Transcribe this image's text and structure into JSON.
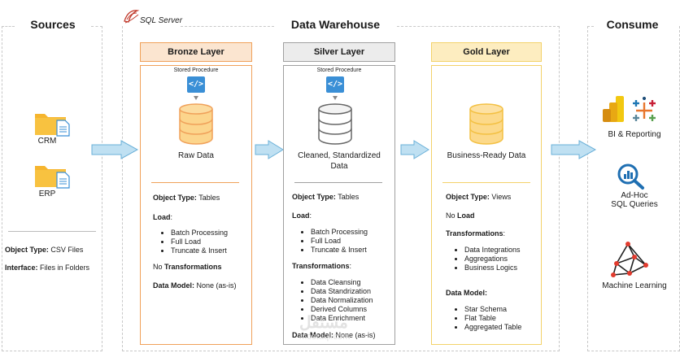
{
  "sections": {
    "sources": "Sources",
    "warehouse": "Data Warehouse",
    "consume": "Consume"
  },
  "platform": {
    "label": "SQL Server"
  },
  "sources": {
    "items": [
      {
        "label": "CRM"
      },
      {
        "label": "ERP"
      }
    ],
    "object_type_label": "Object Type:",
    "object_type_value": "CSV Files",
    "interface_label": "Interface:",
    "interface_value": "Files in Folders"
  },
  "bronze": {
    "title": "Bronze Layer",
    "stored_procedure": "Stored Procedure",
    "data_label": "Raw Data",
    "object_type_label": "Object Type:",
    "object_type_value": "Tables",
    "load_label": "Load",
    "load_items": [
      "Batch Processing",
      "Full Load",
      "Truncate & Insert"
    ],
    "transformations_prefix": "No",
    "transformations_label": "Transformations",
    "data_model_label": "Data Model:",
    "data_model_value": "None (as-is)",
    "colors": {
      "header_bg": "#fbe5d0",
      "border": "#f0a15a",
      "db": "#f7b94f"
    }
  },
  "silver": {
    "title": "Silver Layer",
    "stored_procedure": "Stored Procedure",
    "data_label_line1": "Cleaned, Standardized",
    "data_label_line2": "Data",
    "object_type_label": "Object Type:",
    "object_type_value": "Tables",
    "load_label": "Load",
    "load_items": [
      "Batch Processing",
      "Full Load",
      "Truncate & Insert"
    ],
    "transformations_label": "Transformations",
    "transformation_items": [
      "Data Cleansing",
      "Data Standrization",
      "Data Normalization",
      "Derived Columns",
      "Data Enrichment"
    ],
    "data_model_label": "Data Model:",
    "data_model_value": "None (as-is)",
    "colors": {
      "header_bg": "#ececec",
      "border": "#a0a0a0",
      "db": "#b8b8b8"
    }
  },
  "gold": {
    "title": "Gold Layer",
    "data_label": "Business-Ready Data",
    "object_type_label": "Object Type:",
    "object_type_value": "Views",
    "load_prefix": "No",
    "load_label": "Load",
    "transformations_label": "Transformations",
    "transformation_items": [
      "Data Integrations",
      "Aggregations",
      "Business Logics"
    ],
    "data_model_label": "Data Model:",
    "data_model_items": [
      "Star Schema",
      "Flat Table",
      "Aggregated Table"
    ],
    "colors": {
      "header_bg": "#fdedc0",
      "border": "#f3d26a",
      "db": "#f7c75a"
    }
  },
  "consume": {
    "items": [
      {
        "label": "BI & Reporting",
        "icon": "bi-reporting-icon"
      },
      {
        "label_line1": "Ad-Hoc",
        "label_line2": "SQL Queries",
        "icon": "sql-query-icon"
      },
      {
        "label": "Machine Learning",
        "icon": "machine-learning-icon"
      }
    ]
  },
  "watermark": {
    "line1": "مستقل",
    "line2": "mostaql.com"
  }
}
